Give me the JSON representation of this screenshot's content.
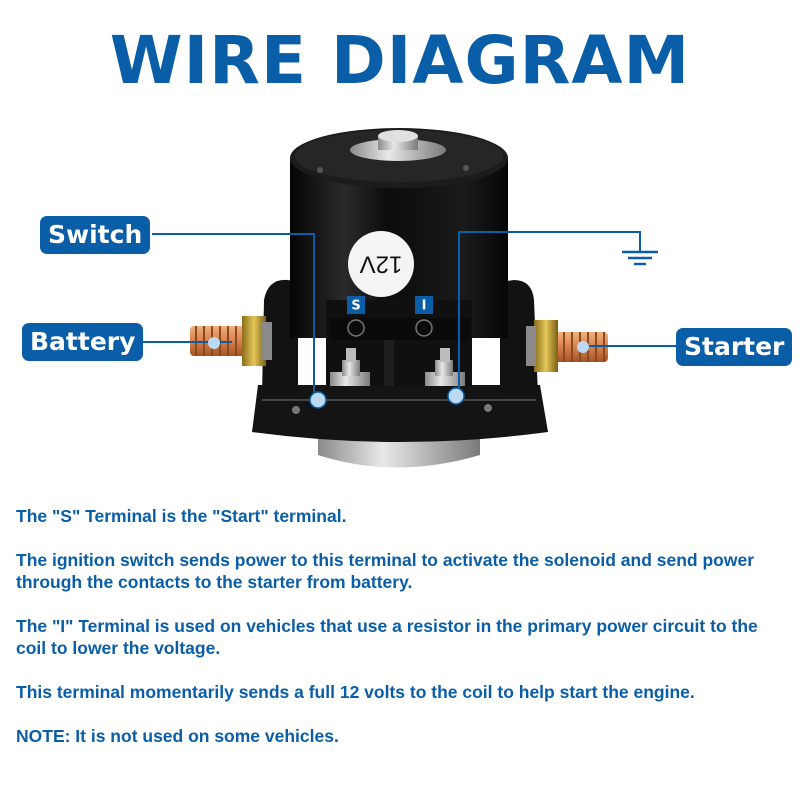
{
  "title": "WIRE DIAGRAM",
  "labels": {
    "switch": "Switch",
    "battery": "Battery",
    "starter": "Starter",
    "solenoid_voltage": "12V",
    "terminal_s": "S",
    "terminal_i": "I"
  },
  "colors": {
    "brand_blue": "#0a5ea8",
    "solenoid_body": "#141414",
    "copper": "#d9804a"
  },
  "icons": [
    "ground-symbol-icon",
    "solenoid-illustration"
  ],
  "paragraphs": [
    "The \"S\" Terminal is the \"Start\" terminal.",
    "The ignition switch sends power to this terminal to activate the solenoid and send power through the contacts to the starter from battery.",
    "The \"I\" Terminal is used on vehicles that use a resistor in the primary power circuit to the coil to lower the voltage.",
    "This terminal momentarily sends a full 12 volts to the coil to help start the engine."
  ],
  "note": "NOTE: It is not used on some vehicles."
}
